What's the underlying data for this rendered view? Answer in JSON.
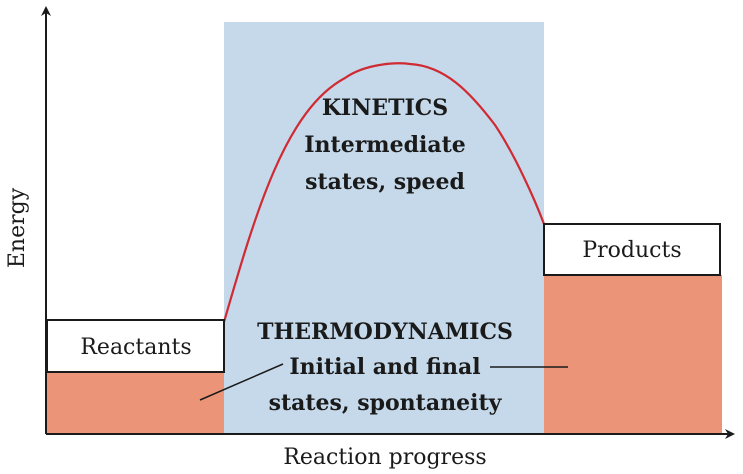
{
  "axes": {
    "y_label": "Energy",
    "x_label": "Reaction progress"
  },
  "states": {
    "reactants": "Reactants",
    "products": "Products"
  },
  "regions": {
    "kinetics": {
      "title": "KINETICS",
      "line1": "Intermediate",
      "line2": "states, speed"
    },
    "thermodynamics": {
      "title": "THERMODYNAMICS",
      "line1": "Initial and final",
      "line2": "states, spontaneity"
    }
  },
  "colors": {
    "kinetics_region": "#c5d9ea",
    "energy_fill": "#eb9478",
    "curve": "#d02a32",
    "axis": "#1a1a1a",
    "label_box_border": "#1a1a1a"
  }
}
